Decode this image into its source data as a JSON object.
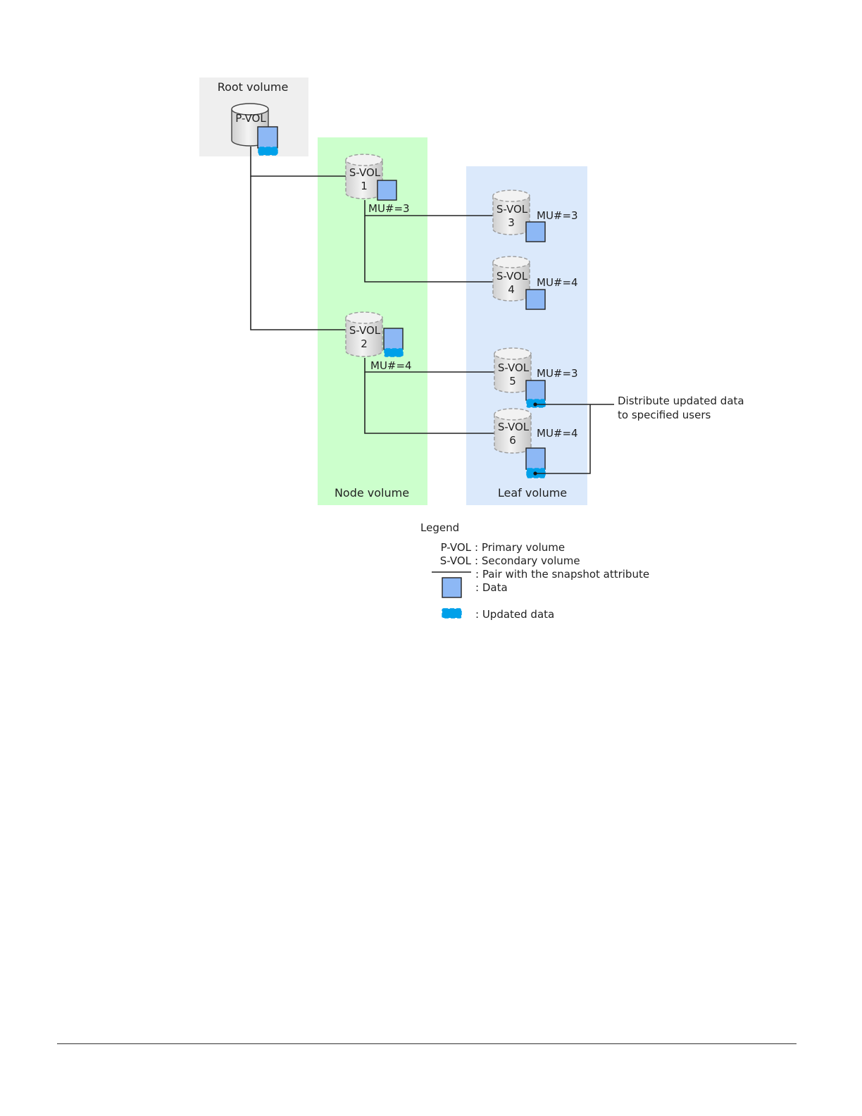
{
  "regions": {
    "root": {
      "label": "Root volume"
    },
    "node": {
      "label": "Node volume"
    },
    "leaf": {
      "label": "Leaf volume"
    }
  },
  "volumes": {
    "pvol": {
      "label": "P-VOL"
    },
    "svol1": {
      "label": "S-VOL",
      "number": "1"
    },
    "svol2": {
      "label": "S-VOL",
      "number": "2"
    },
    "svol3": {
      "label": "S-VOL",
      "number": "3"
    },
    "svol4": {
      "label": "S-VOL",
      "number": "4"
    },
    "svol5": {
      "label": "S-VOL",
      "number": "5"
    },
    "svol6": {
      "label": "S-VOL",
      "number": "6"
    }
  },
  "mu_labels": {
    "svol1": "MU#=3",
    "svol2": "MU#=4",
    "svol3": "MU#=3",
    "svol4": "MU#=4",
    "svol5": "MU#=3",
    "svol6": "MU#=4"
  },
  "callout": {
    "line1": "Distribute updated data",
    "line2": "to specified users"
  },
  "legend": {
    "title": "Legend",
    "pvol_term": "P-VOL",
    "pvol_desc": ": Primary volume",
    "svol_term": "S-VOL",
    "svol_desc": ": Secondary volume",
    "pair_desc": ": Pair with the snapshot attribute",
    "data_desc": ": Data",
    "updated_desc": ": Updated data"
  },
  "colors": {
    "root_region": "#efefef",
    "node_region": "#ccffcc",
    "leaf_region": "#dbe9fb",
    "data_block": "#8db8f5",
    "updated_data": "#00a0e9",
    "cylinder": "#e4e4e4",
    "line": "#222222"
  }
}
